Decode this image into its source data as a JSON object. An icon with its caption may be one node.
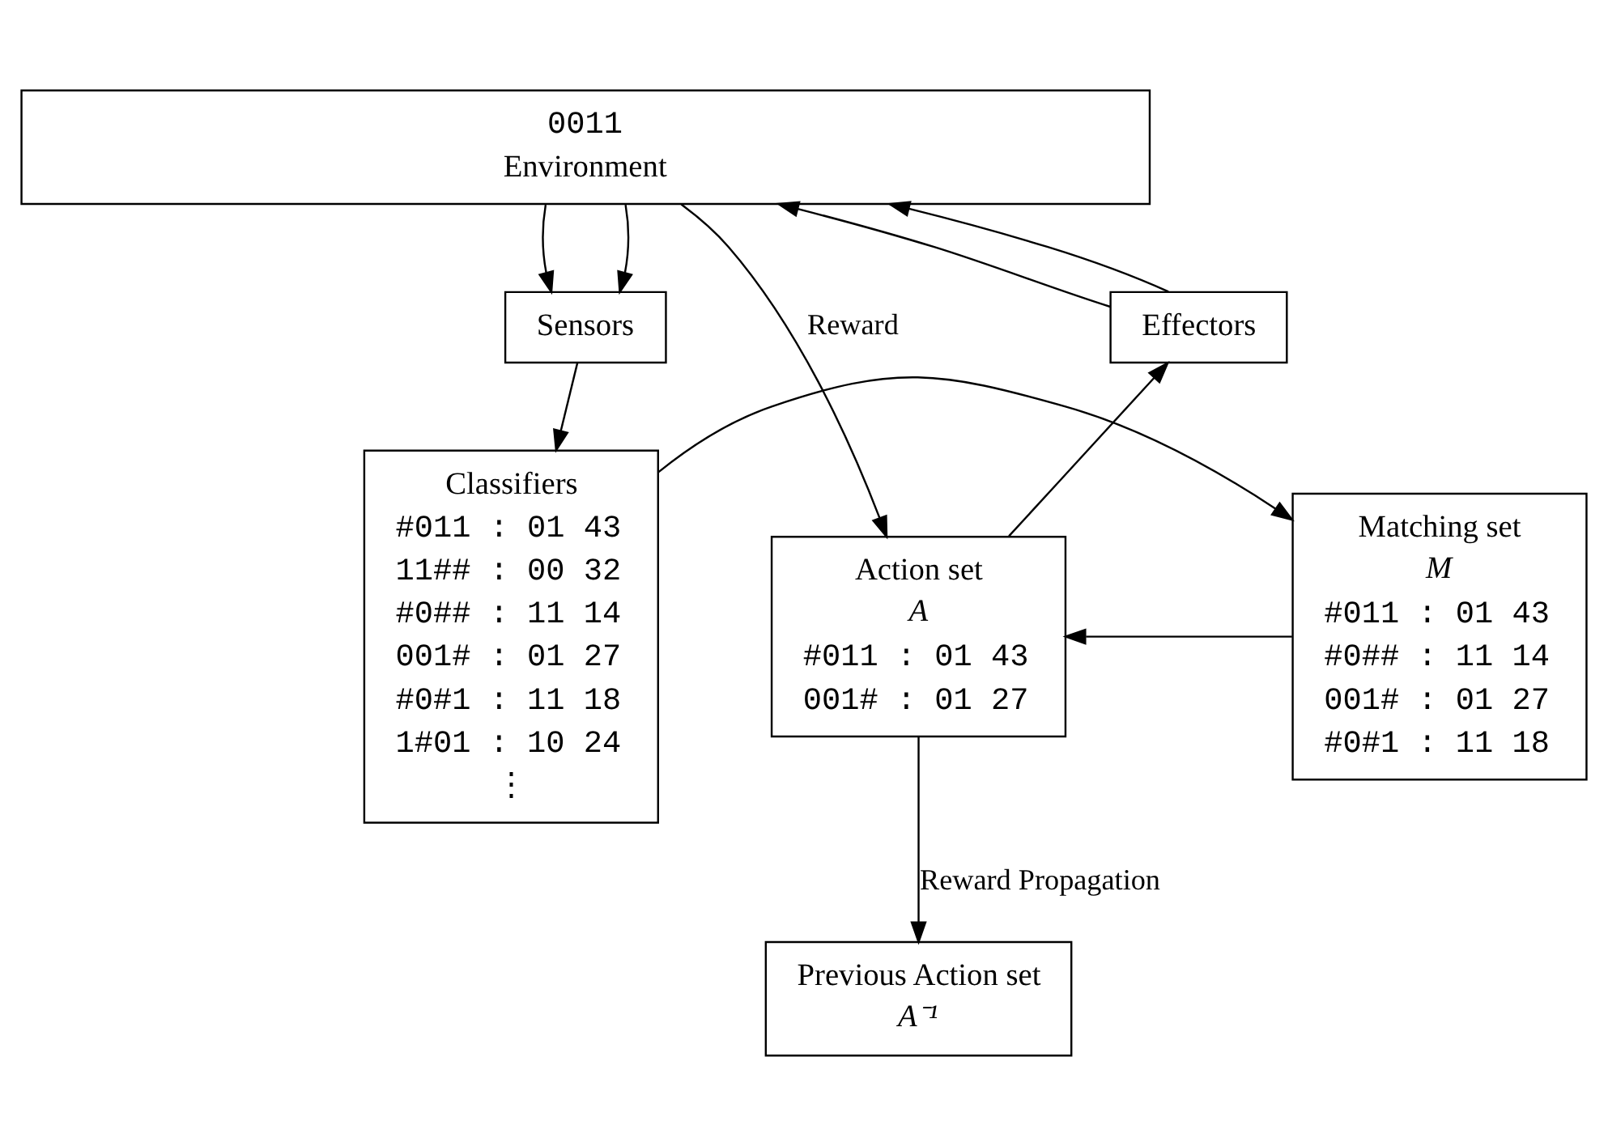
{
  "diagram": {
    "nodes": [
      {
        "text": [
          "0011",
          "Environment"
        ]
      },
      {
        "text": [
          "Sensors"
        ]
      },
      {
        "text": [
          "Effectors"
        ]
      },
      {
        "text": [
          "Classifiers",
          "#011 : 01 43",
          "11## : 00 32",
          "#0## : 11 14",
          "001# : 01 27",
          "#0#1 : 11 18",
          "1#01 : 10 24",
          "⋮"
        ]
      },
      {
        "text": [
          "Matching set",
          "M",
          "#011 : 01 43",
          "#0## : 11 14",
          "001# : 01 27",
          "#0#1 : 11 18"
        ]
      },
      {
        "text": [
          "Action set",
          "A",
          "#011 : 01 43",
          "001# : 01 27"
        ]
      },
      {
        "text": [
          "Previous Action set",
          "A⁻¹"
        ]
      }
    ],
    "edges": [
      {
        "from": 0,
        "to": 1,
        "arrow": "to"
      },
      {
        "from": 0,
        "to": 1,
        "arrow": "to"
      },
      {
        "from": 1,
        "to": 3,
        "arrow": "to"
      },
      {
        "from": 3,
        "to": 4,
        "arrow": "to"
      },
      {
        "from": 4,
        "to": 5,
        "arrow": "to"
      },
      {
        "from": 5,
        "to": 2,
        "arrow": "to"
      },
      {
        "from": 2,
        "to": 0,
        "arrow": "to"
      },
      {
        "from": 2,
        "to": 0,
        "arrow": "to"
      },
      {
        "from": 0,
        "to": 5,
        "arrow": "to",
        "label": "Reward"
      },
      {
        "from": 5,
        "to": 6,
        "arrow": "to",
        "label": "Reward Propagation"
      }
    ]
  }
}
